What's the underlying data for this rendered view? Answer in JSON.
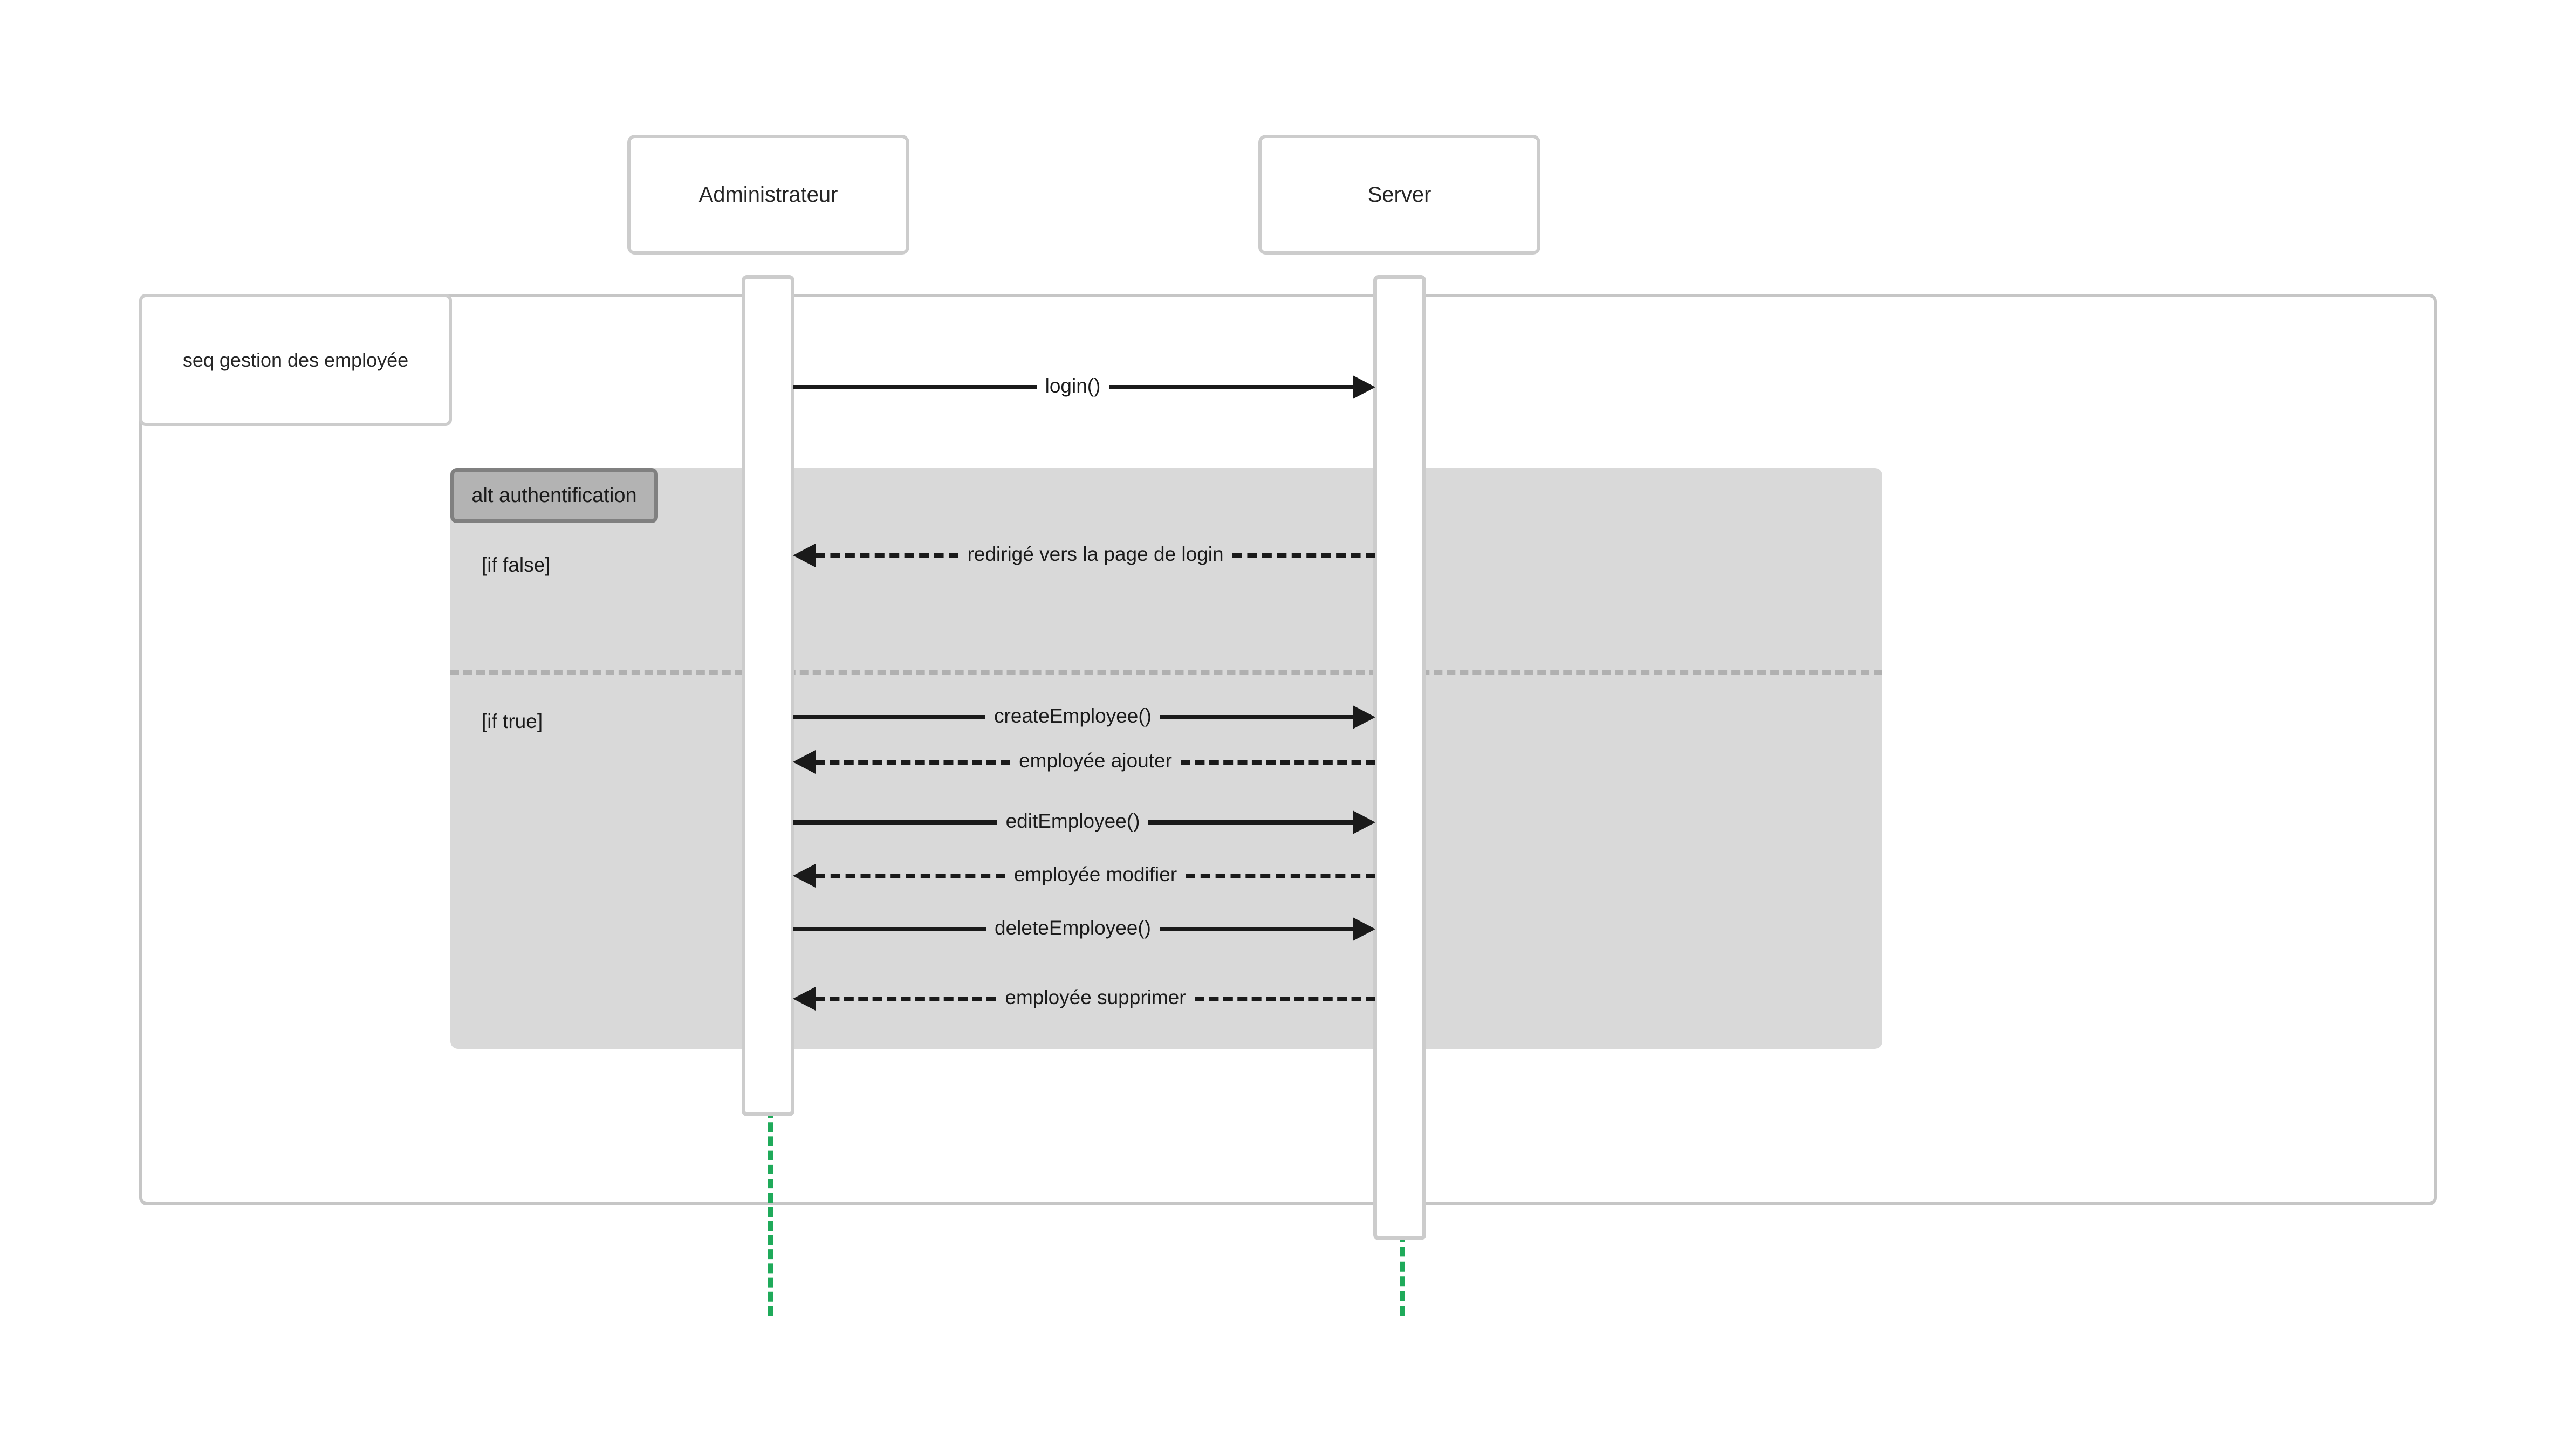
{
  "diagram": {
    "type": "uml-sequence-diagram",
    "background_color": "#ffffff",
    "frame": {
      "label": "seq gestion des employée",
      "border_color": "#c6c6c6"
    },
    "participants": [
      {
        "name": "Administrateur",
        "lifeline_color": "#1faa5a"
      },
      {
        "name": "Server",
        "lifeline_color": "#1faa5a"
      }
    ],
    "combined_fragment": {
      "operator_label": "alt authentification",
      "fill_color": "#d9d9d9",
      "tab_fill_color": "#b3b3b3",
      "tab_border_color": "#808080",
      "operands": [
        {
          "guard": "[if false]"
        },
        {
          "guard": "[if true]"
        }
      ]
    },
    "messages": [
      {
        "label": "login()",
        "from": "Administrateur",
        "to": "Server",
        "style": "solid",
        "direction": "right"
      },
      {
        "label": "redirigé vers la page de login",
        "from": "Server",
        "to": "Administrateur",
        "style": "dashed",
        "direction": "left"
      },
      {
        "label": "createEmployee()",
        "from": "Administrateur",
        "to": "Server",
        "style": "solid",
        "direction": "right"
      },
      {
        "label": "employée ajouter",
        "from": "Server",
        "to": "Administrateur",
        "style": "dashed",
        "direction": "left"
      },
      {
        "label": "editEmployee()",
        "from": "Administrateur",
        "to": "Server",
        "style": "solid",
        "direction": "right"
      },
      {
        "label": "employée modifier",
        "from": "Server",
        "to": "Administrateur",
        "style": "dashed",
        "direction": "left"
      },
      {
        "label": "deleteEmployee()",
        "from": "Administrateur",
        "to": "Server",
        "style": "solid",
        "direction": "right"
      },
      {
        "label": "employée supprimer",
        "from": "Server",
        "to": "Administrateur",
        "style": "dashed",
        "direction": "left"
      }
    ]
  }
}
